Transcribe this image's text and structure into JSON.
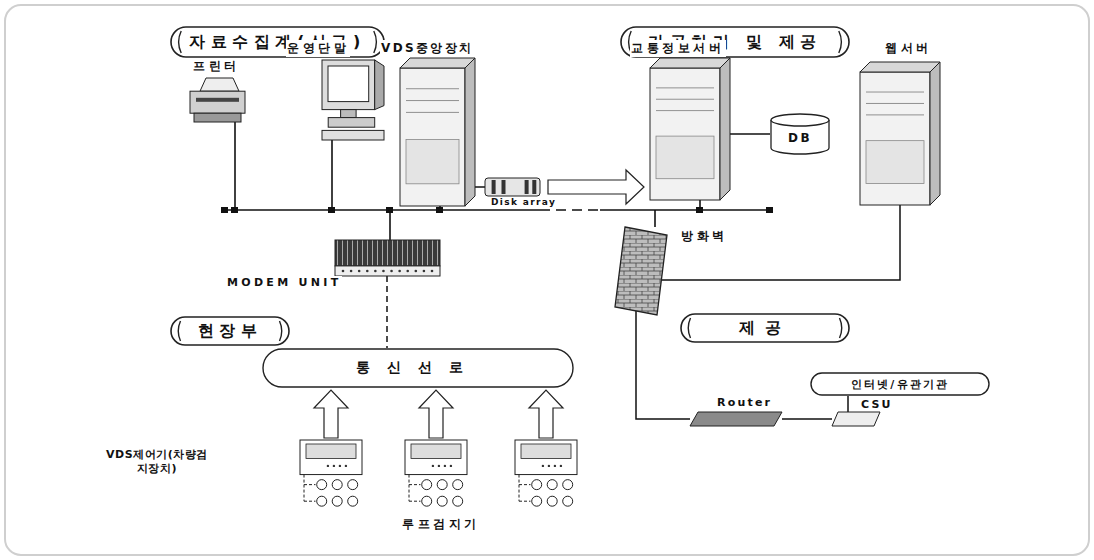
{
  "diagram": {
    "nodes": [
      {
        "text": [
          "자료수집계(신규)"
        ]
      },
      {
        "text": [
          "가공처리 및 제공"
        ]
      },
      {
        "text": [
          "프린터"
        ]
      },
      {
        "text": [
          "운영단말"
        ]
      },
      {
        "text": [
          "VDS중앙장치"
        ]
      },
      {
        "text": [
          "Disk array"
        ]
      },
      {
        "text": [
          "교통정보서버"
        ]
      },
      {
        "text": [
          "DB"
        ]
      },
      {
        "text": [
          "웹서버"
        ]
      },
      {
        "text": [
          "MODEM UNIT"
        ]
      },
      {
        "text": [
          "방화벽"
        ]
      },
      {
        "text": [
          "현장부"
        ]
      },
      {
        "text": [
          "제공"
        ]
      },
      {
        "text": [
          "통신선로"
        ]
      },
      {
        "text": [
          "인터넷/유관기관"
        ]
      },
      {
        "text": [
          "Router"
        ]
      },
      {
        "text": [
          "CSU"
        ]
      },
      {
        "text": [
          "VDS제어기(차량검지장치)"
        ]
      }
    ],
    "edges": [
      {
        "from": 4,
        "to": 5,
        "arrow": "none"
      },
      {
        "from": 5,
        "to": 6,
        "arrow": "to"
      },
      {
        "from": 6,
        "to": 7,
        "arrow": "none"
      },
      {
        "from": 8,
        "to": 10,
        "arrow": "none"
      },
      {
        "from": 9,
        "to": 13,
        "arrow": "none"
      },
      {
        "from": 17,
        "to": 13,
        "arrow": "to"
      },
      {
        "from": 10,
        "to": 15,
        "arrow": "none"
      },
      {
        "from": 15,
        "to": 16,
        "arrow": "none"
      },
      {
        "from": 16,
        "to": 14,
        "arrow": "none"
      }
    ],
    "labels": [
      "루프검지기"
    ]
  }
}
